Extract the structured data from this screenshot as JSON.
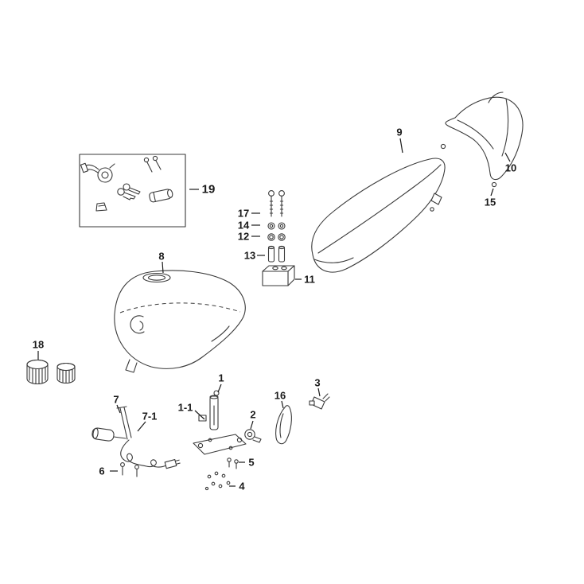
{
  "figure": {
    "type": "exploded-parts-diagram",
    "subject": "Motorcycle fuel tank and seat assembly parts diagram",
    "background_color": "#ffffff",
    "line_color": "#3a3a3a",
    "label_color": "#1a1a1a"
  },
  "labels": {
    "n19": "19",
    "n8": "8",
    "n17": "17",
    "n14": "14",
    "n12": "12",
    "n13": "13",
    "n11": "11",
    "n9": "9",
    "n10": "10",
    "n15": "15",
    "n18": "18",
    "n7": "7",
    "n7_1": "7-1",
    "n6": "6",
    "n1": "1",
    "n1_1": "1-1",
    "n2": "2",
    "n16": "16",
    "n3": "3",
    "n5": "5",
    "n4": "4"
  }
}
